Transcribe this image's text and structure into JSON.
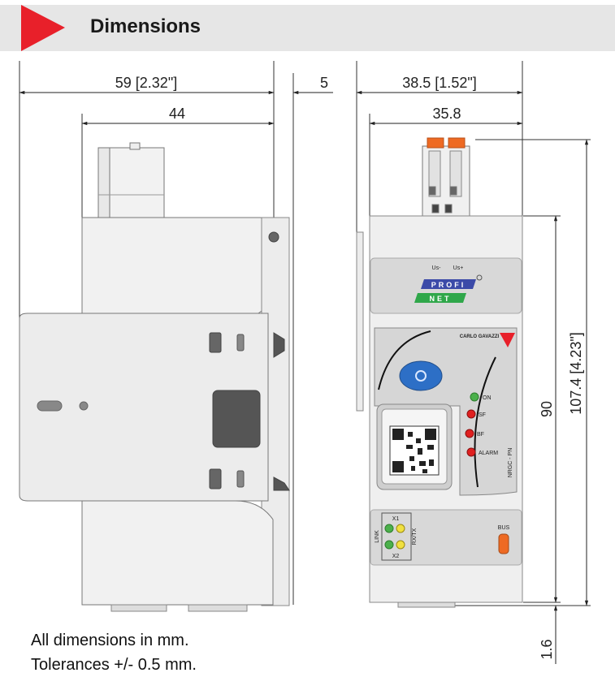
{
  "header": {
    "title": "Dimensions",
    "accent_color": "#e8202a"
  },
  "side_view": {
    "dim_width": "59 [2.32\"]",
    "dim_inner": "44",
    "dim_offset": "5"
  },
  "front_view": {
    "dim_width": "38.5 [1.52\"]",
    "dim_inner": "35.8",
    "dim_height": "90",
    "dim_total_height": "107.4 [4.23\"]",
    "dim_bottom": "1.6",
    "label_us_minus": "Us-",
    "label_us_plus": "Us+",
    "logo_line1": "PROFI",
    "logo_line2": "NET",
    "brand": "CARLO GAVAZZI",
    "led_on": "ON",
    "led_sf": "SF",
    "led_bf": "BF",
    "led_alarm": "ALARM",
    "model": "NRGC - PN",
    "port_x1": "X1",
    "port_x2": "X2",
    "link": "LINK",
    "rxtx": "RX/TX",
    "bus": "BUS"
  },
  "notes": {
    "line1": "All dimensions in mm.",
    "line2": "Tolerances +/- 0.5 mm."
  }
}
